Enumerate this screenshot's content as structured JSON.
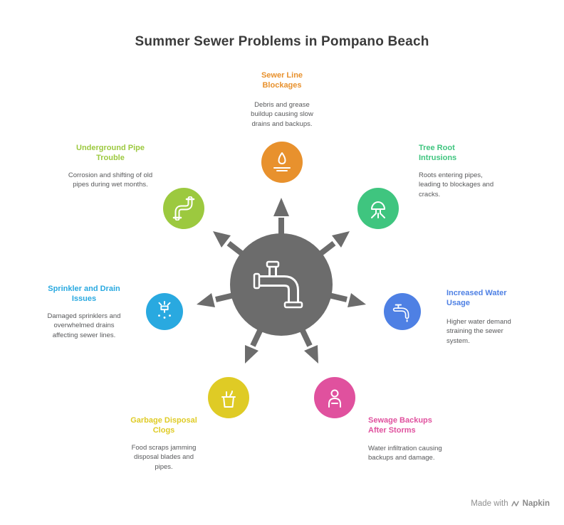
{
  "title": "Summer Sewer Problems in Pompano Beach",
  "center": {
    "icon": "pipe-icon",
    "color": "#6C6C6C"
  },
  "items": [
    {
      "id": "sewer-line-blockages",
      "title": "Sewer Line Blockages",
      "description": "Debris and grease buildup causing slow drains and backups.",
      "color": "#E8912D",
      "icon": "clogged-drain-icon"
    },
    {
      "id": "tree-root-intrusions",
      "title": "Tree Root Intrusions",
      "description": "Roots entering pipes, leading to blockages and cracks.",
      "color": "#3FC57F",
      "icon": "tree-roots-icon"
    },
    {
      "id": "increased-water-usage",
      "title": "Increased Water Usage",
      "description": "Higher water demand straining the sewer system.",
      "color": "#4E80E4",
      "icon": "faucet-drop-icon"
    },
    {
      "id": "sewage-backups-after-storms",
      "title": "Sewage Backups After Storms",
      "description": "Water infiltration causing backups and damage.",
      "color": "#E0519E",
      "icon": "person-icon"
    },
    {
      "id": "garbage-disposal-clogs",
      "title": "Garbage Disposal Clogs",
      "description": "Food scraps jamming disposal blades and pipes.",
      "color": "#DFCB25",
      "icon": "trash-bin-icon"
    },
    {
      "id": "sprinkler-and-drain-issues",
      "title": "Sprinkler and Drain Issues",
      "description": "Damaged sprinklers and overwhelmed drains affecting sewer lines.",
      "color": "#29A9E0",
      "icon": "sprinkler-icon"
    },
    {
      "id": "underground-pipe-trouble",
      "title": "Underground Pipe Trouble",
      "description": "Corrosion and shifting of old pipes during wet months.",
      "color": "#9CC93F",
      "icon": "curved-pipe-icon"
    }
  ],
  "watermark": {
    "text": "Made with",
    "brand": "Napkin"
  }
}
